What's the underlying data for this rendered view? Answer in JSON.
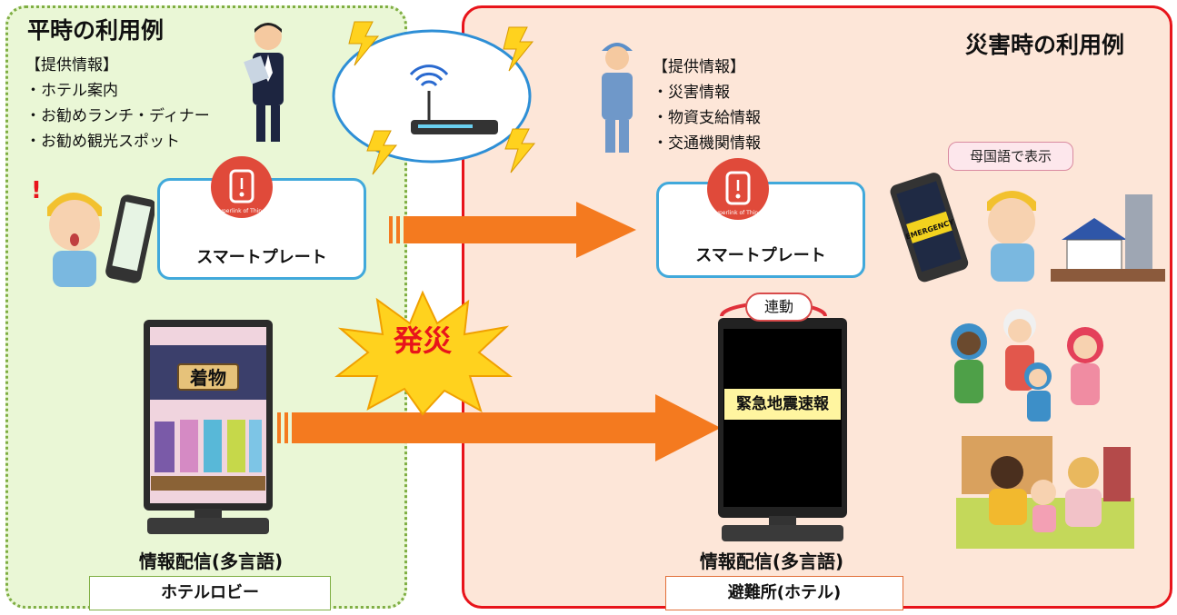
{
  "normal": {
    "title": "平時の利用例",
    "info_header": "【提供情報】",
    "info_items": [
      "・ホテル案内",
      "・お勧めランチ・ディナー",
      "・お勧め観光スポット"
    ],
    "plate_label": "スマートプレート",
    "sign_text": "着物",
    "caption": "情報配信(多言語)",
    "location": "ホテルロビー"
  },
  "disaster": {
    "title": "災害時の利用例",
    "info_header": "【提供情報】",
    "info_items": [
      "・災害情報",
      "・物資支給情報",
      "・交通機関情報"
    ],
    "plate_label": "スマートプレート",
    "bubble": "母国語で表示",
    "link_label": "連動",
    "sign_text": "緊急地震速報",
    "caption": "情報配信(多言語)",
    "location": "避難所(ホテル)",
    "phone_text": "EMERGENCY"
  },
  "center": {
    "burst_text": "発災"
  },
  "logo": {
    "text": "Hyperlink of Things"
  },
  "colors": {
    "left_bg": "#eaf7d6",
    "left_border": "#7fae43",
    "right_bg": "#fde6d8",
    "right_border": "#e8141b",
    "arrow": "#f47a1f",
    "plate_border": "#41a9db",
    "logo_red": "#e04a3a",
    "burst_red": "#e8141b"
  }
}
